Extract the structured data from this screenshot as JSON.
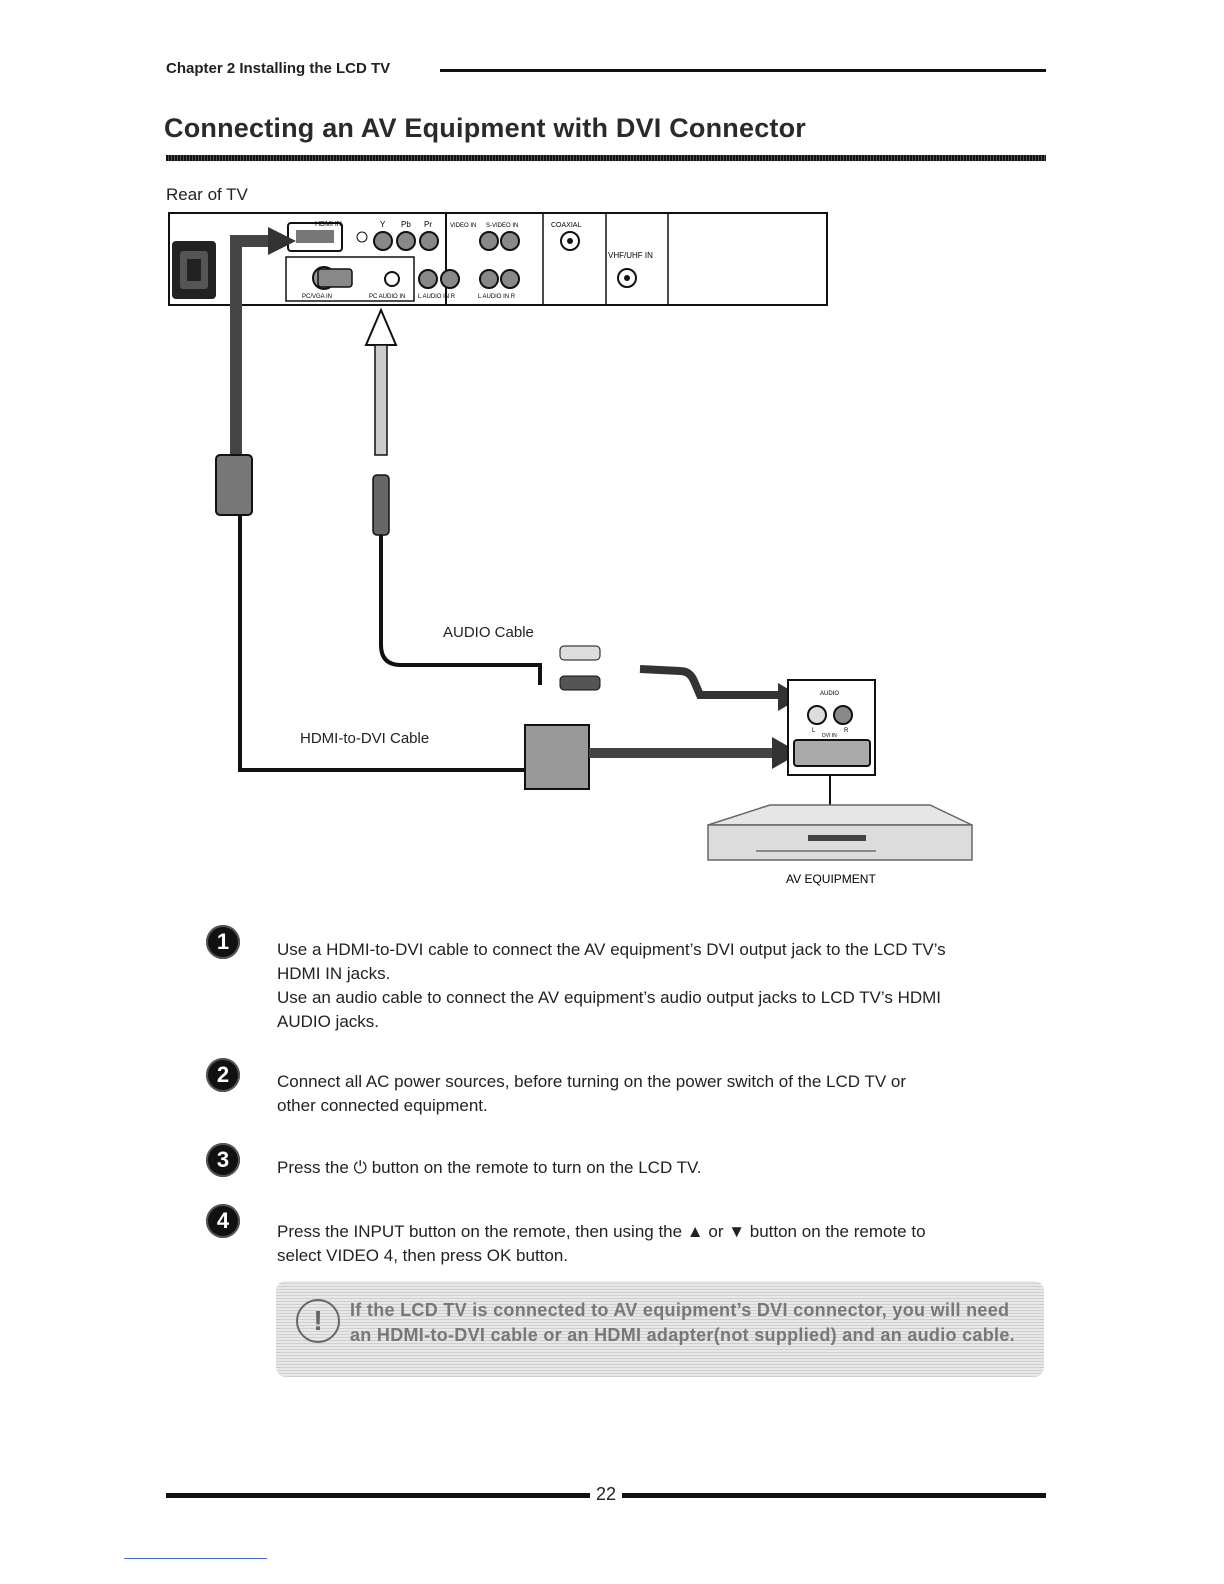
{
  "header": {
    "chapter": "Chapter 2 Installing the LCD TV",
    "title": "Connecting an AV Equipment with DVI Connector"
  },
  "diagram": {
    "rear_label": "Rear of TV",
    "tv_panel": {
      "hdmi_in": "HDMI IN",
      "y": "Y",
      "pb": "Pb",
      "pr": "Pr",
      "video_in": "VIDEO IN",
      "s_video_in": "S-VIDEO IN",
      "coaxial": "COAXIAL",
      "vhf_uhf_in": "VHF/UHF IN",
      "pc_vga_in": "PC/VGA IN",
      "pc_audio_in": "PC AUDIO IN",
      "audio_in_1": "L  AUDIO IN  R",
      "audio_in_2": "L  AUDIO IN  R"
    },
    "audio_cable_label": "AUDIO Cable",
    "hdmi_dvi_cable_label": "HDMI-to-DVI Cable",
    "device_audio_label": "AUDIO",
    "device_l": "L",
    "device_r": "R",
    "device_dvi_label": "DVI IN",
    "av_equipment_label": "AV EQUIPMENT"
  },
  "steps": [
    {
      "number": "1",
      "lines": [
        "Use a HDMI-to-DVI cable to connect the AV equipment’s DVI output jack to the LCD TV’s",
        "HDMI IN jacks.",
        "Use an audio cable to connect the AV equipment’s audio output jacks to LCD TV’s HDMI",
        "AUDIO jacks."
      ]
    },
    {
      "number": "2",
      "lines": [
        "Connect all AC power sources, before turning on the power switch of the LCD TV or",
        "other connected equipment."
      ]
    },
    {
      "number": "3",
      "lines": [
        "Press the ⏻ button on the remote to turn on the LCD TV."
      ]
    },
    {
      "number": "4",
      "lines": [
        "Press the INPUT button on the remote, then using the ▲ or ▼ button on the remote to",
        "select VIDEO 4, then press OK button."
      ]
    }
  ],
  "note": {
    "icon": "!",
    "line1": "If the LCD TV is connected to AV equipment’s DVI connector, you will need",
    "line2": "an HDMI-to-DVI cable or an HDMI adapter(not supplied) and an audio cable."
  },
  "footer": {
    "page_number": "22"
  }
}
